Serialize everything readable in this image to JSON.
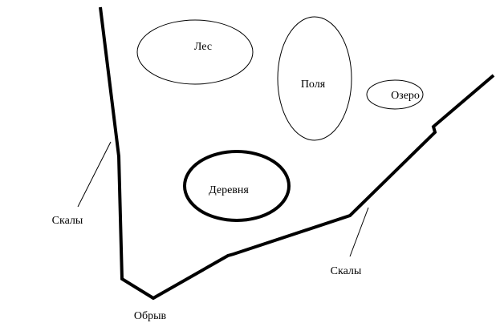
{
  "colors": {
    "background": "#ffffff",
    "stroke": "#000000"
  },
  "regions": {
    "forest": "Лес",
    "fields": "Поля",
    "lake": "Озеро",
    "village": "Деревня"
  },
  "labels": {
    "rocks_left": "Скалы",
    "rocks_right": "Скалы",
    "cliff": "Обрыв"
  }
}
